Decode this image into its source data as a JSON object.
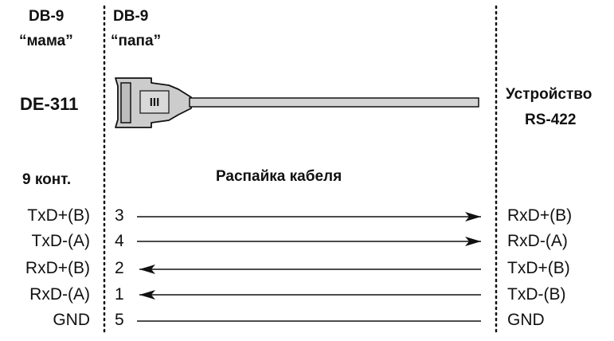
{
  "left_connector": {
    "type": "DB-9",
    "gender": "“мама”"
  },
  "right_connector": {
    "type": "DB-9",
    "gender": "“папа”"
  },
  "adapter_model": "DE-311",
  "remote_device": {
    "line1": "Устройство",
    "line2": "RS-422"
  },
  "pin_count_label": "9 конт.",
  "cable_title": "Распайка кабеля",
  "cable_plug_mark": "III",
  "wires": [
    {
      "left_signal": "TxD+(B)",
      "pin": "3",
      "direction": "to-right",
      "right_signal": "RxD+(B)"
    },
    {
      "left_signal": "TxD-(A)",
      "pin": "4",
      "direction": "to-right",
      "right_signal": "RxD-(A)"
    },
    {
      "left_signal": "RxD+(B)",
      "pin": "2",
      "direction": "to-left",
      "right_signal": "TxD+(B)"
    },
    {
      "left_signal": "RxD-(A)",
      "pin": "1",
      "direction": "to-left",
      "right_signal": "TxD-(B)"
    },
    {
      "left_signal": "GND",
      "pin": "5",
      "direction": "none",
      "right_signal": "GND"
    }
  ],
  "colors": {
    "line": "#111111",
    "connector_fill": "#cccccc"
  }
}
